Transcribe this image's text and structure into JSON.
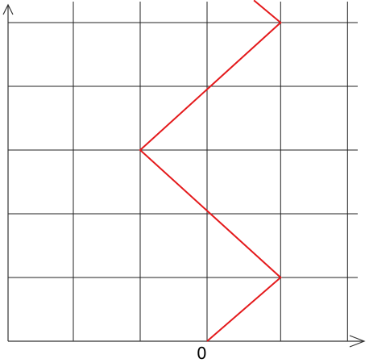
{
  "chart_data": {
    "type": "line",
    "title": "",
    "xlabel": "",
    "ylabel": "",
    "grid": true,
    "origin_label": "0",
    "xlim": [
      -3,
      2.3
    ],
    "ylim": [
      0,
      5
    ],
    "series": [
      {
        "x": [
          0,
          1.1,
          -1,
          1.1,
          0.7
        ],
        "y": [
          0,
          1,
          3,
          5,
          5.35
        ]
      }
    ]
  },
  "colors": {
    "series_line": "#e41a1c",
    "grid": "#222222",
    "axes": "#333333",
    "background": "#ffffff"
  }
}
